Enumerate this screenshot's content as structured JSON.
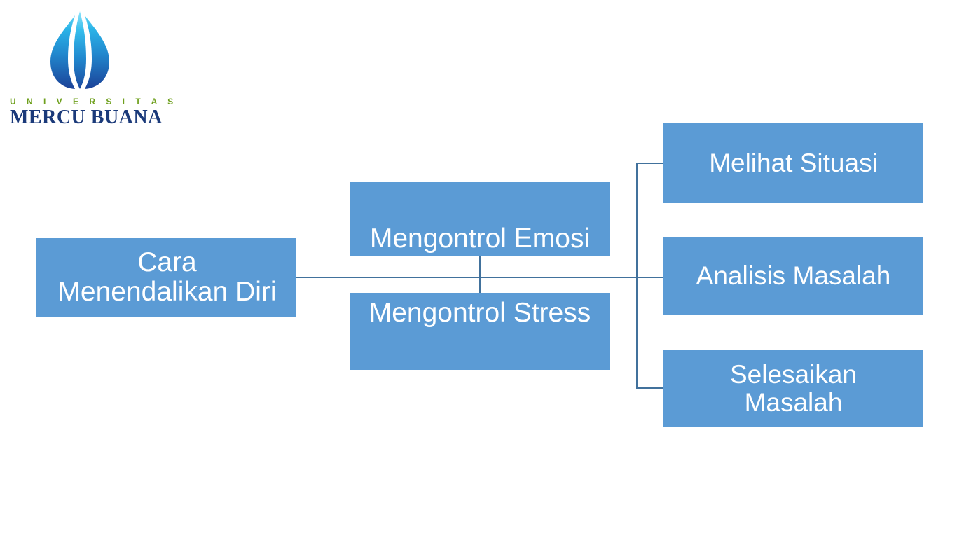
{
  "slide": {
    "background_color": "#FFFFFF",
    "node_fill_color": "#5B9BD5",
    "node_text_color": "#FFFFFF",
    "connector_color": "#41719C"
  },
  "logo": {
    "mark_name": "mercu-buana-flame-logo",
    "line1": "U N I V E R S I T A S",
    "line2": "MERCU BUANA",
    "line1_color": "#6FA01E",
    "line2_color": "#1B3A7A",
    "gradient_top": "#2BB4E8",
    "gradient_bottom": "#1B4298"
  },
  "diagram": {
    "type": "horizontal-hierarchy",
    "root": {
      "id": "root",
      "label": "Cara\nMenendalikan Diri"
    },
    "level2": [
      {
        "id": "emosi",
        "label": "Mengontrol Emosi"
      },
      {
        "id": "stress",
        "label": "Mengontrol Stress"
      }
    ],
    "level3": [
      {
        "id": "situasi",
        "label": "Melihat Situasi"
      },
      {
        "id": "analisis",
        "label": "Analisis Masalah"
      },
      {
        "id": "selesaikan",
        "label": "Selesaikan\nMasalah"
      }
    ]
  }
}
